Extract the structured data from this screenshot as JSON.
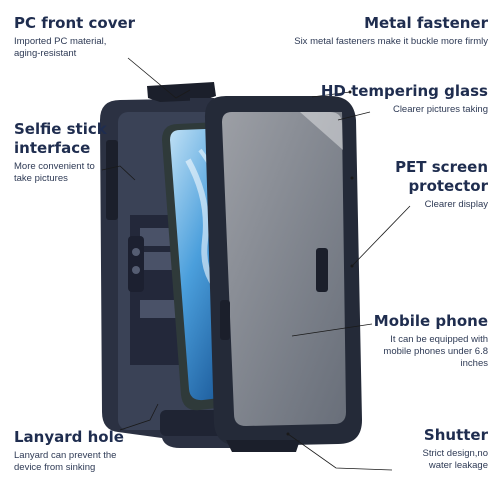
{
  "callouts": {
    "pc_cover": {
      "title": "PC front cover",
      "desc": [
        "Imported PC material,",
        "aging-resistant"
      ]
    },
    "metal_fastener": {
      "title": "Metal fastener",
      "desc": [
        "Six metal fasteners make it buckle more firmly"
      ]
    },
    "hd_glass": {
      "title": "HD tempering glass",
      "desc": [
        "Clearer pictures taking"
      ]
    },
    "selfie": {
      "title": "Selfie stick interface",
      "title_lines": [
        "Selfie stick",
        "interface"
      ],
      "desc": [
        "More convenient to",
        "take pictures"
      ]
    },
    "pet_protector": {
      "title": "PET screen protector",
      "title_lines": [
        "PET screen",
        "protector"
      ],
      "desc": [
        "Clearer display"
      ]
    },
    "mobile_phone": {
      "title": "Mobile phone",
      "desc": [
        "It can be equipped with",
        "mobile phones under 6.8",
        "inches"
      ]
    },
    "lanyard": {
      "title": "Lanyard hole",
      "desc": [
        "Lanyard can prevent the",
        "device from sinking"
      ]
    },
    "shutter": {
      "title": "Shutter",
      "desc": [
        "Strict design,no",
        "water leakage"
      ]
    }
  },
  "colors": {
    "title": "#1f2d4f",
    "frame": "#2a3040",
    "frame_dark": "#1b1f2b",
    "screen_blue": "#2f7fc4"
  }
}
